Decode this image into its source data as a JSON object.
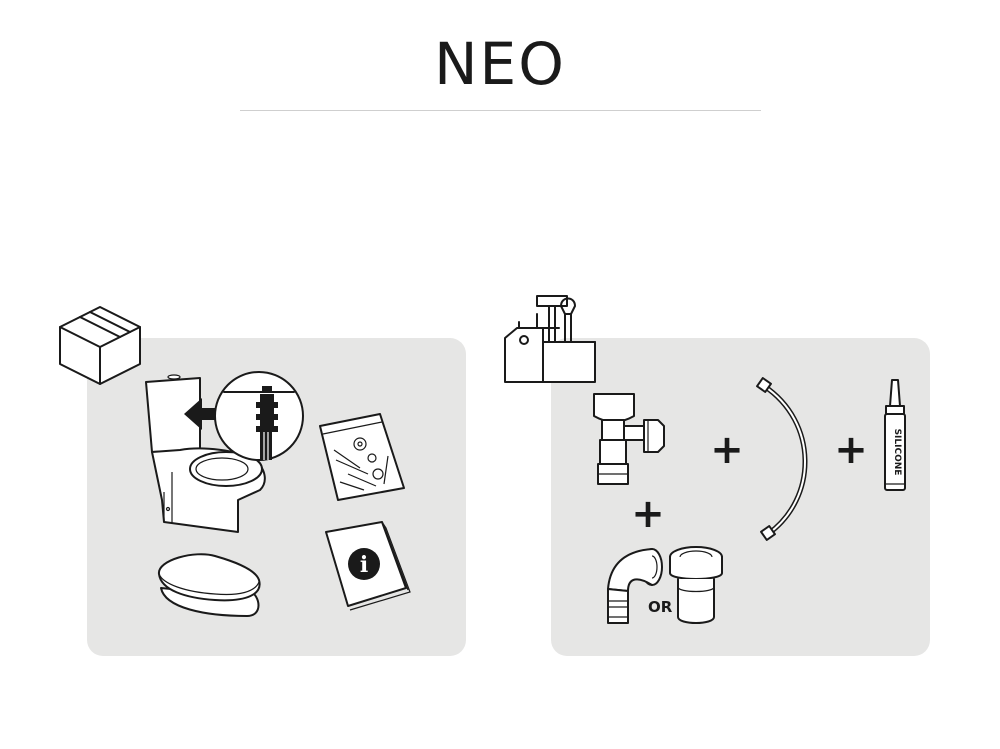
{
  "header": {
    "title": "NEO"
  },
  "panels": {
    "package_contents": {
      "icon": "box-icon",
      "items": [
        "toilet-with-cistern-icon",
        "flush-valve-detail-icon",
        "fixing-kit-bag-icon",
        "toilet-seat-icon",
        "instruction-manual-icon"
      ],
      "manual_symbol": "i"
    },
    "required_tools": {
      "icon": "toolbox-icon",
      "items": [
        "angle-valve-icon",
        "flexible-hose-icon",
        "silicone-tube-icon",
        "elbow-connector-icon",
        "straight-connector-icon"
      ],
      "plus_symbol": "+",
      "or_label": "OR",
      "silicone_label": "SILICONE"
    }
  }
}
